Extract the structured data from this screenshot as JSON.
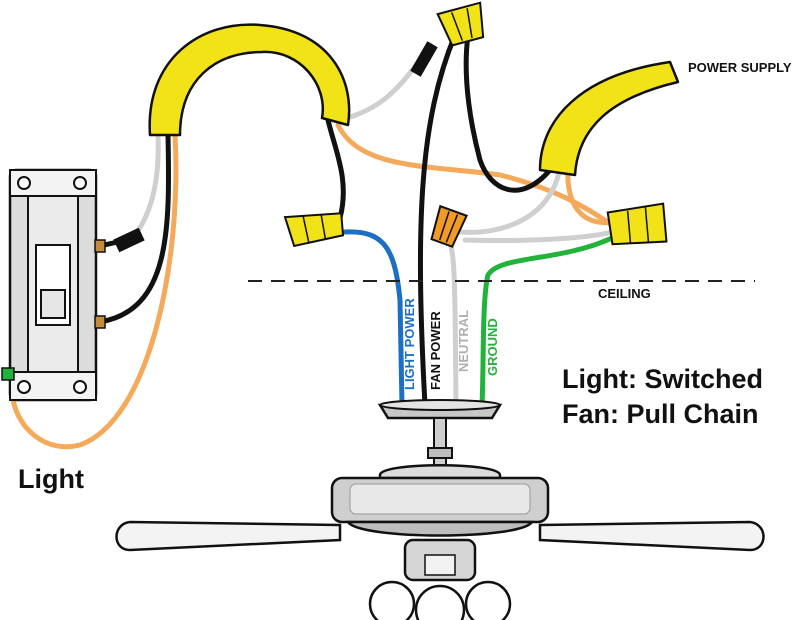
{
  "labels": {
    "power_supply": "POWER SUPPLY",
    "ceiling": "CEILING",
    "switch": "Light",
    "summary_line1": "Light: Switched",
    "summary_line2": "Fan: Pull Chain"
  },
  "wires": {
    "light_power": "LIGHT POWER",
    "fan_power": "FAN POWER",
    "neutral": "NEUTRAL",
    "ground": "GROUND"
  },
  "colors": {
    "cable_sheath": "#f2e319",
    "wire_hot": "#111111",
    "wire_neutral": "#cfcfcf",
    "wire_ground_bare": "#f5a95a",
    "wire_light": "#1c6fc4",
    "wire_ground": "#22b33a",
    "connector_yellow": "#f2e319",
    "connector_orange": "#f19a28"
  }
}
